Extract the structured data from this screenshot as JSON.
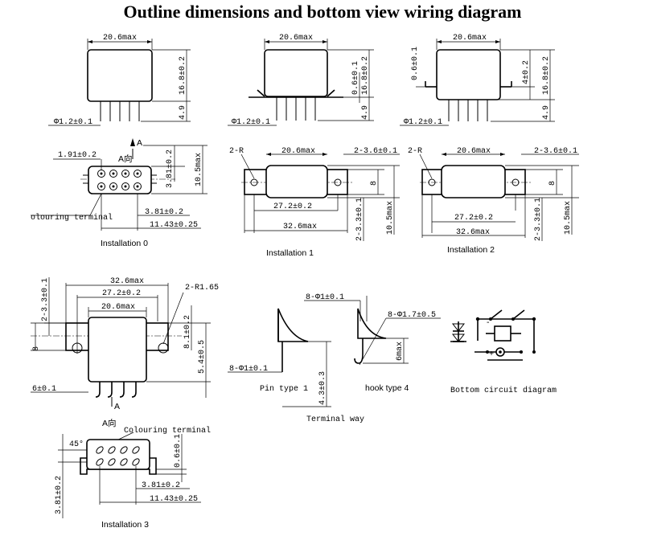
{
  "title": "Outline dimensions and bottom view wiring diagram",
  "dims": {
    "w206": "20.6max",
    "h168": "16.8±0.2",
    "d49": "4.9",
    "pin12": "Φ1.2±0.1",
    "f06": "0.6±0.1",
    "f06b": "0.6±0.1",
    "f4": "4±0.2",
    "arrow_a": "A",
    "a_dir": "A向",
    "p191": "1.91±0.2",
    "h381": "3.81±0.2",
    "h105": "10.5max",
    "p381": "3.81±0.2",
    "p1143": "11.43±0.25",
    "colouring_terminal_0": "olouring terminal",
    "r2": "2-R",
    "r36": "2-3.6±0.1",
    "d272": "27.2±0.2",
    "d326": "32.6max",
    "d8": "8",
    "d233": "2-3.3±0.1",
    "r165": "2-R1.65",
    "d81": "8.1±0.2",
    "d54": "5.4±0.5",
    "d6": "6±0.1",
    "colouring_terminal_3": "Colouring terminal",
    "deg45": "45°",
    "pin8_1": "8-Φ1±0.1",
    "pin8_17": "8-Φ1.7±0.5",
    "d6max": "6max",
    "d43": "4.3±0.3"
  },
  "labels": {
    "inst0": "Installation 0",
    "inst1": "Installation 1",
    "inst2": "Installation 2",
    "inst3": "Installation 3",
    "pin_type": "Pin type 1",
    "hook_type": "hook type 4",
    "terminal_way": "Terminal way",
    "bottom_circuit": "Bottom circuit diagram",
    "plus": "+",
    "minus": "-"
  }
}
